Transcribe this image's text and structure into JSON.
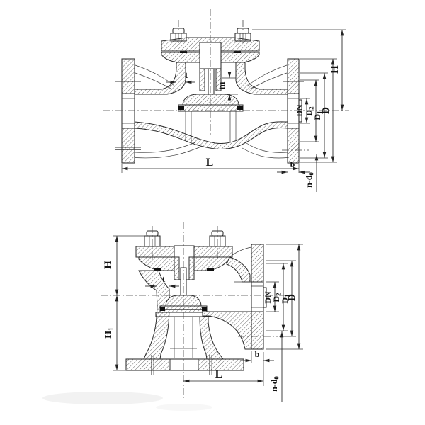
{
  "drawing": {
    "description": "Sectional engineering drawing of two flanged lift check valves",
    "colors": {
      "background": "#ffffff",
      "lines": "#2b2b2b",
      "labels": "#141414"
    },
    "views": {
      "top": {
        "name": "horizontal lift check valve section",
        "labels": {
          "t": "t",
          "m": "m",
          "H": "H",
          "DN": "DN",
          "D2": {
            "base": "D",
            "sub": "2"
          },
          "D1": {
            "base": "D",
            "sub": "1"
          },
          "D": "D",
          "L": "L",
          "b": "b",
          "n_d0": {
            "base": "n-d",
            "sub": "0"
          }
        }
      },
      "bottom": {
        "name": "angle (vertical) lift check valve section",
        "labels": {
          "H": "H",
          "H1": {
            "base": "H",
            "sub": "1"
          },
          "t": "t",
          "DN": "DN",
          "D2": {
            "base": "D",
            "sub": "2"
          },
          "D1": {
            "base": "D",
            "sub": "1"
          },
          "D": "D",
          "L": "L",
          "b": "b",
          "n_d0": {
            "base": "n-d",
            "sub": "0"
          }
        }
      }
    }
  }
}
